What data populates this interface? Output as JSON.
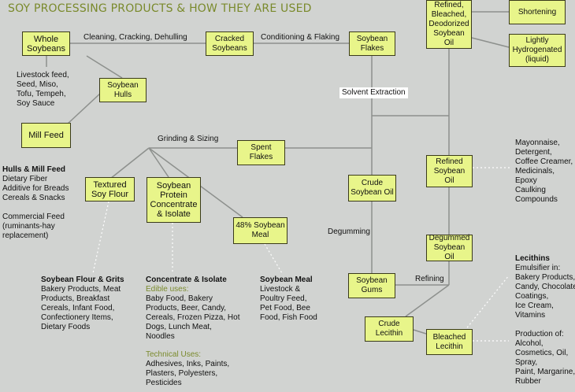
{
  "title": "SOY PROCESSING PRODUCTS & HOW THEY ARE USED",
  "boxes": {
    "whole_soybeans": "Whole Soybeans",
    "cracked_soybeans": "Cracked Soybeans",
    "soybean_flakes": "Soybean Flakes",
    "soybean_hulls": "Soybean Hulls",
    "mill_feed": "Mill Feed",
    "spent_flakes": "Spent Flakes",
    "textured_soy_flour": "Textured Soy Flour",
    "soy_protein": "Soybean Protein Concentrate & Isolate",
    "soybean_meal_48": "48% Soybean Meal",
    "crude_soybean_oil": "Crude Soybean Oil",
    "soybean_gums": "Soybean Gums",
    "crude_lecithin": "Crude Lecithin",
    "bleached_lecithin": "Bleached Lecithin",
    "degummed_oil": "Degummed Soybean Oil",
    "refined_soybean_oil": "Refined Soybean Oil",
    "rbd_soybean_oil": "Refined, Bleached, Deodorized Soybean Oil",
    "shortening": "Shortening",
    "lightly_hydrogenated": "Lightly Hydrogenated (liquid)"
  },
  "edge_labels": {
    "cleaning": "Cleaning, Cracking, Dehulling",
    "conditioning": "Conditioning & Flaking",
    "solvent": "Solvent Extraction",
    "grinding": "Grinding & Sizing",
    "degumming": "Degumming",
    "refining": "Refining"
  },
  "uses": {
    "whole_soybeans": [
      "Livestock feed,",
      "Seed, Miso,",
      "Tofu, Tempeh,",
      "Soy Sauce"
    ],
    "hulls_mill_feed": {
      "heading": "Hulls & Mill Feed",
      "lines": [
        "Dietary Fiber",
        "Additive for Breads",
        "Cereals & Snacks"
      ],
      "lines2": [
        "Commercial Feed",
        "(ruminants-hay",
        "replacement)"
      ]
    },
    "flour_grits": {
      "heading": "Soybean Flour & Grits",
      "lines": [
        "Bakery Products, Meat",
        "Products, Breakfast",
        "Cereals, Infant Food,",
        "Confectionery Items,",
        "Dietary Foods"
      ]
    },
    "concentrate_isolate": {
      "heading": "Concentrate & Isolate",
      "edible_heading": "Edible uses:",
      "edible": [
        "Baby Food, Bakery",
        "Products, Beer, Candy,",
        "Cereals, Frozen Pizza, Hot",
        "Dogs, Lunch Meat,",
        "Noodles"
      ],
      "technical_heading": "Technical Uses:",
      "technical": [
        "Adhesives, Inks, Paints,",
        "Plasters, Polyesters,",
        "Pesticides"
      ]
    },
    "soybean_meal": {
      "heading": "Soybean Meal",
      "lines": [
        "Livestock &",
        "Poultry Feed,",
        "Pet Food, Bee",
        "Food, Fish Food"
      ]
    },
    "refined_oil": [
      "Mayonnaise,",
      "Detergent,",
      "Coffee Creamer,",
      "Medicinals,",
      "Epoxy",
      "Caulking",
      "Compounds"
    ],
    "lecithins": {
      "heading": "Lecithins",
      "lines": [
        "Emulsifier in:",
        "Bakery Products,",
        "Candy, Chocolate,",
        "Coatings,",
        "Ice Cream,",
        "Vitamins"
      ]
    },
    "production": [
      "Production of:",
      "Alcohol,",
      "Cosmetics, Oil,",
      "Spray,",
      "Paint, Margarine,",
      "Rubber"
    ]
  },
  "colors": {
    "background": "#d1d3d1",
    "box_fill": "#e8f58a",
    "title": "#7a8a2c",
    "connector": "#8d908d"
  }
}
